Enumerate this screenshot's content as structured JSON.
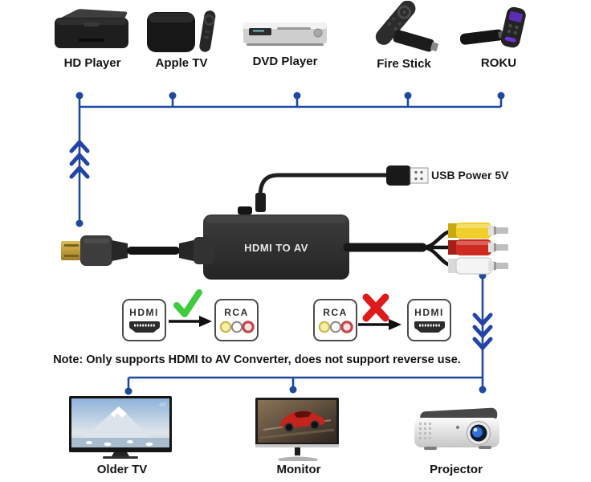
{
  "converter": {
    "label": "HDMI TO AV",
    "power_label": "USB Power 5V",
    "av_plug_colors": [
      "yellow",
      "red",
      "white"
    ]
  },
  "sources": {
    "items": [
      {
        "label": "HD Player"
      },
      {
        "label": "Apple TV"
      },
      {
        "label": "DVD Player"
      },
      {
        "label": "Fire Stick"
      },
      {
        "label": "ROKU"
      }
    ]
  },
  "outputs": {
    "items": [
      {
        "label": "Older TV"
      },
      {
        "label": "Monitor"
      },
      {
        "label": "Projector"
      }
    ]
  },
  "compatibility": {
    "supported": {
      "from": "HDMI",
      "to": "RCA",
      "status": "check"
    },
    "unsupported": {
      "from": "RCA",
      "to": "HDMI",
      "status": "cross"
    },
    "note": "Note: Only supports HDMI to AV Converter, does not support reverse use."
  },
  "colors": {
    "line_blue": "#1d4a9e",
    "chevron_blue": "#2344a6",
    "check_green": "#3ecb40",
    "cross_red": "#dd1b1b",
    "rca_yellow": "#f1cf2a",
    "rca_red": "#cf2b21",
    "rca_white": "#f4f4f4"
  }
}
